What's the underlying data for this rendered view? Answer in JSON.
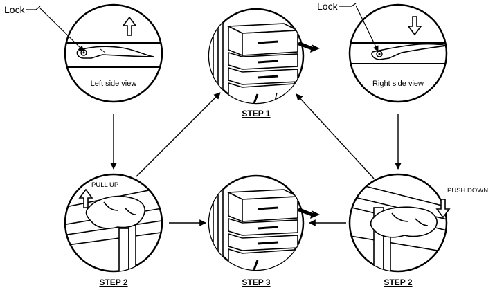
{
  "labels": {
    "lock_left": "Lock",
    "lock_right": "Lock",
    "left_view": "Left side view",
    "right_view": "Right side view",
    "pull_up": "PULL UP",
    "push_down": "PUSH DOWN",
    "step1": "STEP 1",
    "step2_left": "STEP 2",
    "step3": "STEP 3",
    "step2_right": "STEP 2"
  }
}
